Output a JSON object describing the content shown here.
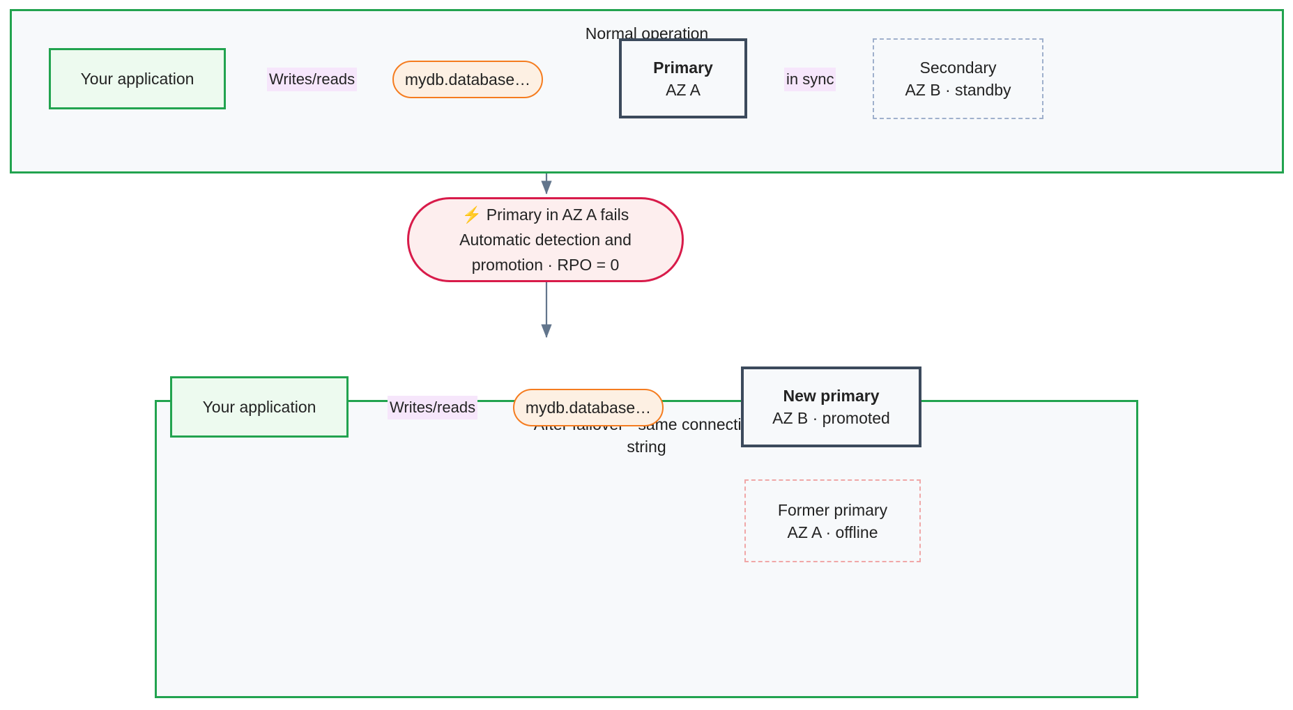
{
  "diagram": {
    "title_normal": "Normal operation",
    "title_failover": "After failover · same connection string",
    "title_failover_line1": "After failover · same connection",
    "title_failover_line2": "string"
  },
  "colors": {
    "container_border": "#22a34f",
    "container_fill": "#f7f9fb",
    "app_border": "#22a34f",
    "app_fill": "#edfaef",
    "endpoint_border": "#f57c1f",
    "endpoint_fill": "#fdf0e3",
    "db_border": "#3c4a5c",
    "db_fill": "#f7f9fb",
    "ghost_border": "#9fb0cc",
    "ghost_offline_border": "#f0a7a7",
    "fail_border": "#d81b4a",
    "fail_fill": "#fdeeee",
    "edge": "#62758c",
    "edge_label_bg": "#f6e6fb"
  },
  "normal_operation": {
    "app": {
      "label": "Your application"
    },
    "endpoint": {
      "label": "mydb.database…"
    },
    "primary": {
      "title": "Primary",
      "subtitle": "AZ A"
    },
    "secondary": {
      "title": "Secondary",
      "subtitle": "AZ B · standby"
    },
    "edges": {
      "app_to_endpoint": "Writes/reads",
      "primary_to_secondary": "in sync"
    }
  },
  "failure_event": {
    "icon": "lightning-bolt-icon",
    "icon_glyph": "⚡",
    "line1": "Primary in AZ A fails",
    "line2": "Automatic detection and",
    "line3": "promotion · RPO = 0",
    "full_text": "⚡ Primary in AZ A fails Automatic detection and promotion · RPO = 0"
  },
  "after_failover": {
    "app": {
      "label": "Your application"
    },
    "endpoint": {
      "label": "mydb.database…"
    },
    "new_primary": {
      "title": "New primary",
      "subtitle": "AZ B · promoted"
    },
    "former_primary": {
      "title": "Former primary",
      "subtitle": "AZ A · offline"
    },
    "edges": {
      "app_to_endpoint": "Writes/reads"
    }
  }
}
